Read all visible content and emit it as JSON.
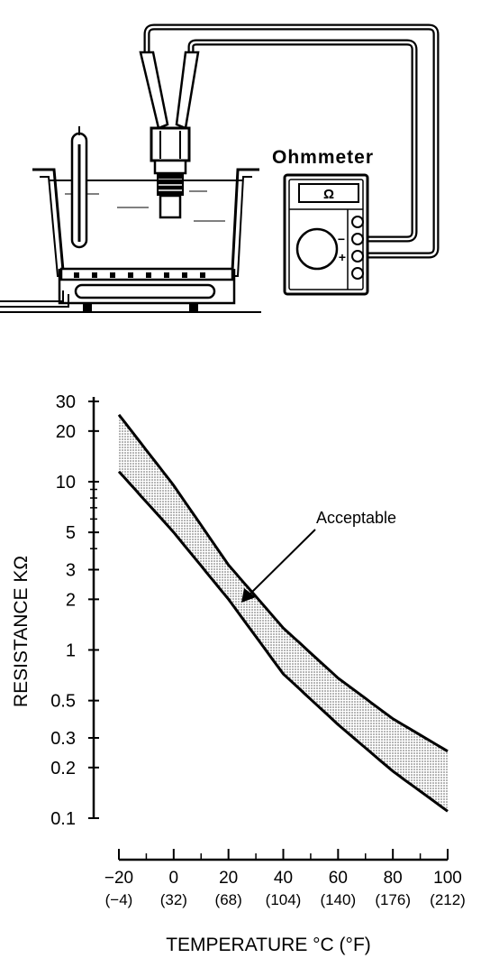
{
  "illustration": {
    "meter_label": "Ohmmeter",
    "display_symbol": "Ω",
    "minus_sign": "−",
    "plus_sign": "+"
  },
  "chart_data": {
    "type": "area",
    "title": "",
    "xlabel": "TEMPERATURE °C (°F)",
    "ylabel": "RESISTANCE KΩ",
    "yscale": "log",
    "xlim": [
      -20,
      100
    ],
    "ylim": [
      0.1,
      30
    ],
    "x_ticks": [
      {
        "c": "−20",
        "f": "(−4)"
      },
      {
        "c": "0",
        "f": "(32)"
      },
      {
        "c": "20",
        "f": "(68)"
      },
      {
        "c": "40",
        "f": "(104)"
      },
      {
        "c": "60",
        "f": "(140)"
      },
      {
        "c": "80",
        "f": "(176)"
      },
      {
        "c": "100",
        "f": "(212)"
      }
    ],
    "y_ticks": [
      "30",
      "20",
      "10",
      "5",
      "3",
      "2",
      "1",
      "0.5",
      "0.3",
      "0.2",
      "0.1"
    ],
    "annotation": "Acceptable",
    "series": [
      {
        "x": [
          -20,
          0,
          20,
          40,
          60,
          80,
          100
        ],
        "y": [
          25,
          9.5,
          3.2,
          1.35,
          0.68,
          0.39,
          0.25
        ]
      },
      {
        "x": [
          -20,
          0,
          20,
          40,
          60,
          80,
          100
        ],
        "y": [
          11.5,
          5.0,
          2.0,
          0.72,
          0.36,
          0.19,
          0.11
        ]
      }
    ]
  }
}
